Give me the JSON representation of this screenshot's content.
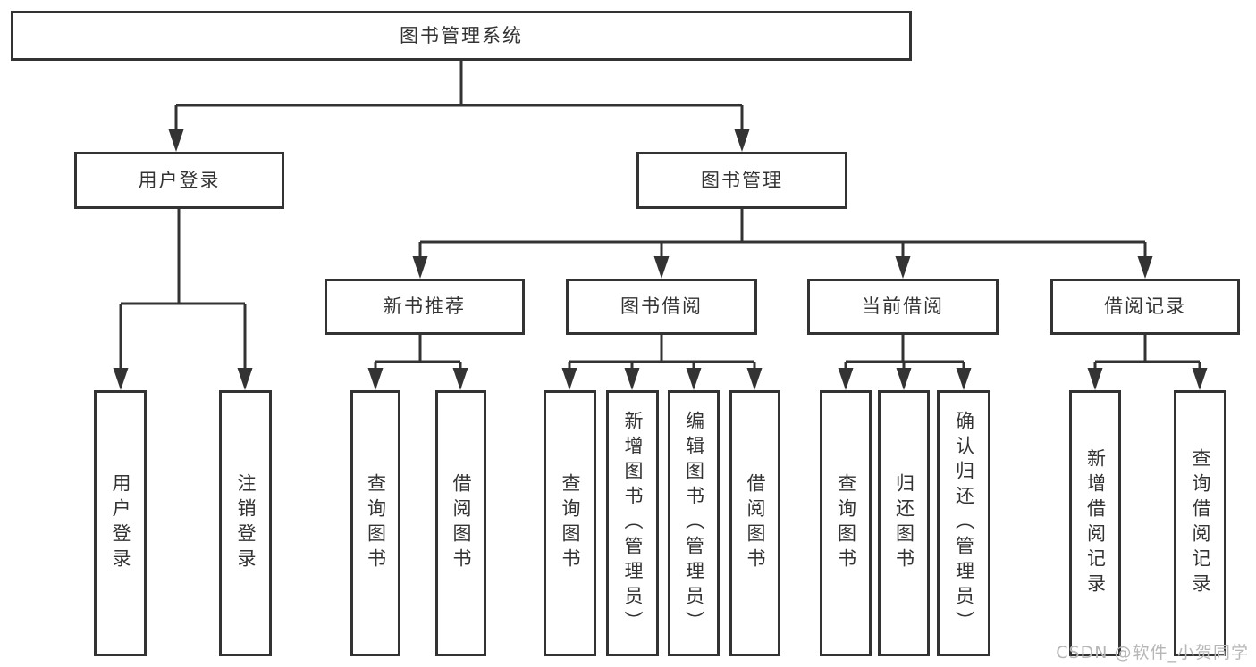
{
  "diagram": {
    "title": "图书管理系统",
    "tree": {
      "root": {
        "label": "图书管理系统",
        "children": [
          {
            "label": "用户登录",
            "children": [
              {
                "label": "用户登录"
              },
              {
                "label": "注销登录"
              }
            ]
          },
          {
            "label": "图书管理",
            "children": [
              {
                "label": "新书推荐",
                "children": [
                  {
                    "label": "查询图书"
                  },
                  {
                    "label": "借阅图书"
                  }
                ]
              },
              {
                "label": "图书借阅",
                "children": [
                  {
                    "label": "查询图书"
                  },
                  {
                    "label": "新增图书（管理员）"
                  },
                  {
                    "label": "编辑图书（管理员）"
                  },
                  {
                    "label": "借阅图书"
                  }
                ]
              },
              {
                "label": "当前借阅",
                "children": [
                  {
                    "label": "查询图书"
                  },
                  {
                    "label": "归还图书"
                  },
                  {
                    "label": "确认归还（管理员）"
                  }
                ]
              },
              {
                "label": "借阅记录",
                "children": [
                  {
                    "label": "新增借阅记录"
                  },
                  {
                    "label": "查询借阅记录"
                  }
                ]
              }
            ]
          }
        ]
      }
    },
    "colors": {
      "line": "#333333",
      "box_border": "#333333",
      "text": "#333333",
      "watermark": "#b6b6b6",
      "background": "#ffffff"
    }
  },
  "watermark": {
    "text": "CSDN @软件_小贺同学"
  }
}
